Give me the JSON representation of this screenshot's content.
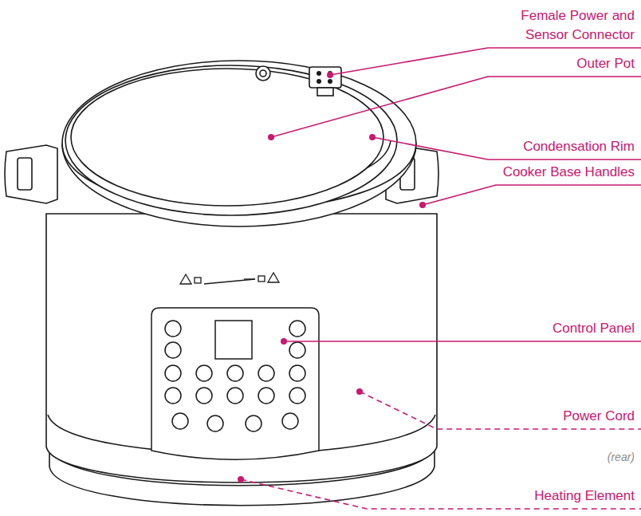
{
  "diagram": {
    "labels": [
      "Female Power and Sensor Connector",
      "Outer Pot",
      "Condensation Rim",
      "Cooker Base Handles",
      "Control Panel",
      "Power Cord",
      "(rear)",
      "Heating Element"
    ]
  }
}
